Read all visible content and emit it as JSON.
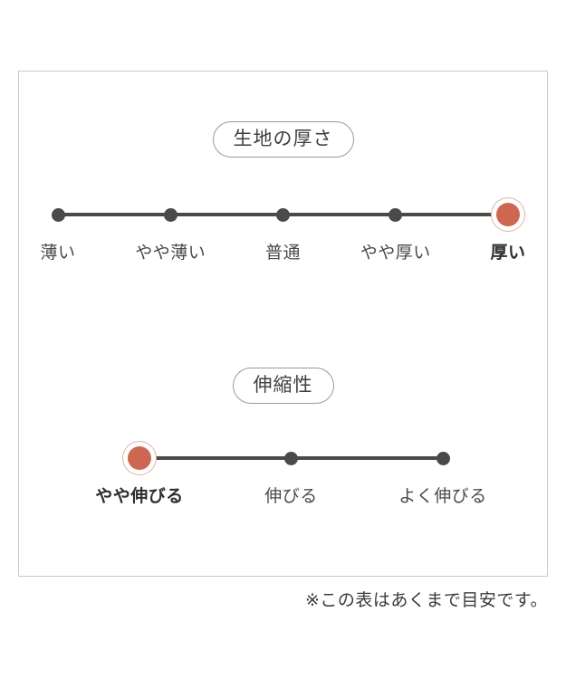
{
  "chart_data": {
    "type": "table",
    "title": "",
    "scales": [
      {
        "name": "fabric-thickness",
        "label": "生地の厚さ",
        "categories": [
          "薄い",
          "やや薄い",
          "普通",
          "やや厚い",
          "厚い"
        ],
        "selected_index": 4,
        "selected_value": "厚い"
      },
      {
        "name": "stretchiness",
        "label": "伸縮性",
        "categories": [
          "やや伸びる",
          "伸びる",
          "よく伸びる"
        ],
        "selected_index": 0,
        "selected_value": "やや伸びる"
      }
    ],
    "footnote": "※この表はあくまで目安です。",
    "colors": {
      "selected_marker": "#cd6751",
      "selected_ring": "#e3b1a3",
      "marker": "#4a4a4a",
      "track": "#4a4a4a",
      "frame_border": "#c9c9c9",
      "pill_border": "#9a9a9a",
      "text": "#3c3c3c",
      "background": "#ffffff"
    }
  },
  "thickness": {
    "badge_label": "生地の厚さ",
    "points": [
      {
        "label": "薄い",
        "selected": false
      },
      {
        "label": "やや薄い",
        "selected": false
      },
      {
        "label": "普通",
        "selected": false
      },
      {
        "label": "やや厚い",
        "selected": false
      },
      {
        "label": "厚い",
        "selected": true
      }
    ]
  },
  "stretch": {
    "badge_label": "伸縮性",
    "points": [
      {
        "label": "やや伸びる",
        "selected": true
      },
      {
        "label": "伸びる",
        "selected": false
      },
      {
        "label": "よく伸びる",
        "selected": false
      }
    ]
  },
  "footnote": {
    "text": "※この表はあくまで目安です。"
  }
}
